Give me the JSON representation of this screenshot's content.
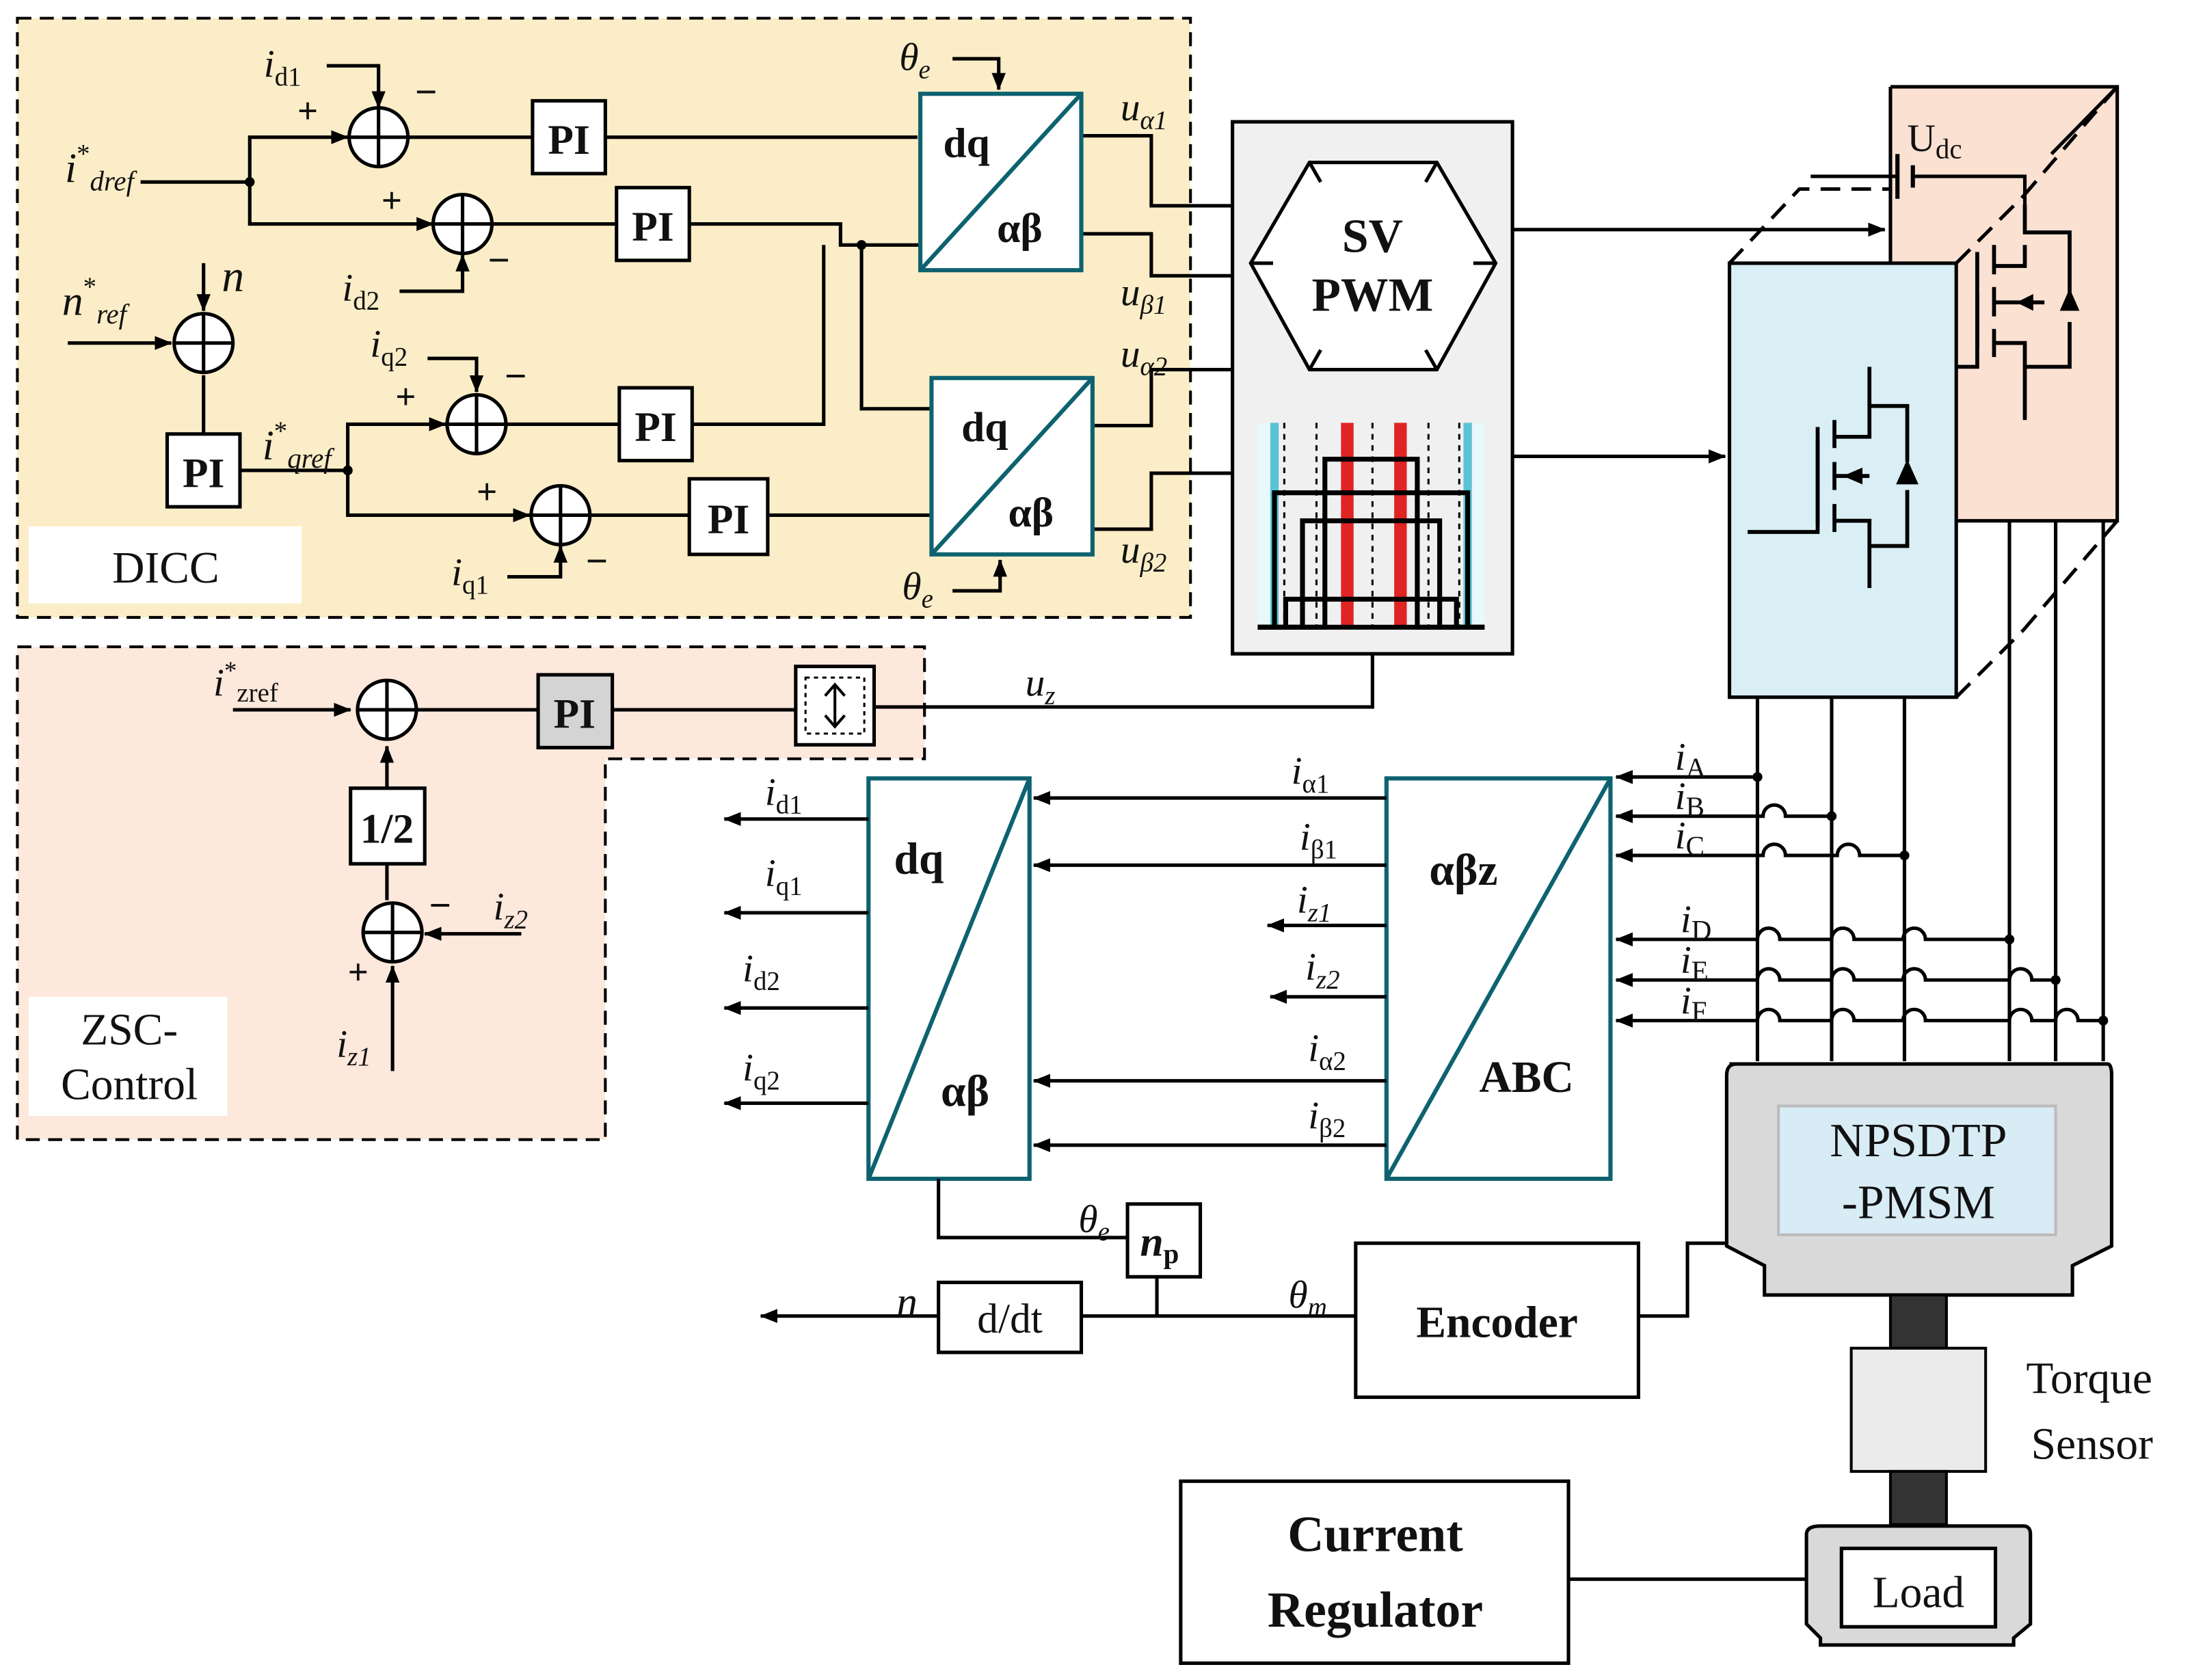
{
  "dicc": {
    "label": "DICC",
    "id1": "i",
    "id1_sub": "d1",
    "idref": "i",
    "idref_sup": "*",
    "idref_sub": "dref",
    "id2": "i",
    "id2_sub": "d2",
    "nref": "n",
    "nref_sup": "*",
    "nref_sub": "ref",
    "n": "n",
    "iq2": "i",
    "iq2_sub": "q2",
    "iqref": "i",
    "iqref_sup": "*",
    "iqref_sub": "qref",
    "iq1": "i",
    "iq1_sub": "q1",
    "plus": "+",
    "minus": "−",
    "pi": "PI",
    "theta": "θ",
    "theta_sub": "e",
    "dq": "dq",
    "ab": "αβ",
    "ua1": "u",
    "ua1_sub": "α1",
    "ub1": "u",
    "ub1_sub": "β1",
    "ua2": "u",
    "ua2_sub": "α2",
    "ub2": "u",
    "ub2_sub": "β2"
  },
  "svpwm": {
    "line1": "SV",
    "line2": "PWM"
  },
  "zsc": {
    "label_line1": "ZSC-",
    "label_line2": "Control",
    "izref": "i",
    "izref_sup": "*",
    "izref_sub": "zref",
    "pi": "PI",
    "half": "1/2",
    "iz2": "i",
    "iz2_sub": "z2",
    "iz1": "i",
    "iz1_sub": "z1",
    "uz": "u",
    "uz_sub": "z"
  },
  "inverter": {
    "udc": "U",
    "udc_sub": "dc"
  },
  "phases": [
    "A",
    "B",
    "C",
    "D",
    "E",
    "F"
  ],
  "transform": {
    "abz": "αβz",
    "abc": "ABC",
    "dq": "dq",
    "ab": "αβ",
    "in_labels": [
      {
        "m": "i",
        "s": "α1"
      },
      {
        "m": "i",
        "s": "β1"
      },
      {
        "m": "i",
        "s": "z1"
      },
      {
        "m": "i",
        "s": "z2"
      },
      {
        "m": "i",
        "s": "α2"
      },
      {
        "m": "i",
        "s": "β2"
      }
    ],
    "out_labels": [
      {
        "m": "i",
        "s": "d1"
      },
      {
        "m": "i",
        "s": "q1"
      },
      {
        "m": "i",
        "s": "d2"
      },
      {
        "m": "i",
        "s": "q2"
      }
    ]
  },
  "motor": {
    "line1": "NPSDTP",
    "line2": "-PMSM"
  },
  "torque_sensor": {
    "line1": "Torque",
    "line2": "Sensor"
  },
  "load": "Load",
  "encoder": "Encoder",
  "current_regulator": {
    "line1": "Current",
    "line2": "Regulator"
  },
  "ddt": "d/dt",
  "np": "n",
  "np_sub": "p",
  "theta_m": "θ",
  "theta_m_sub": "m",
  "theta_e": "θ",
  "theta_e_sub": "e",
  "n_out": "n",
  "colors": {
    "dicc_bg": "#fbedc7",
    "zsc_bg": "#fde8dc",
    "teal": "#0e6270",
    "inverter_front": "#d9eef5",
    "inverter_back": "#fbe1d2",
    "red": "#e02424",
    "cyan": "#59c3d5",
    "motor_grey": "#d9d9d9",
    "motor_label": "#d8ecf6"
  }
}
